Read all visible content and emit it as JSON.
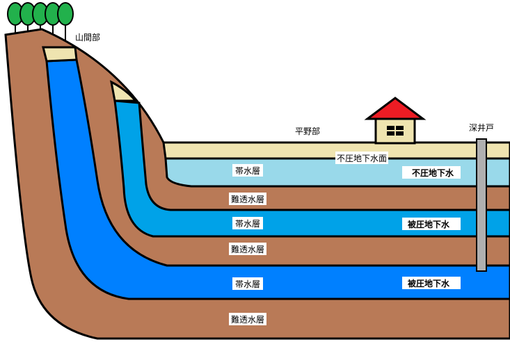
{
  "labels": {
    "mountain": "山間部",
    "plain": "平野部",
    "deep_well": "深井戸",
    "water_table": "不圧地下水面",
    "aquifer_1": "帯水層",
    "aquitard_1": "難透水層",
    "aquifer_2": "帯水層",
    "aquitard_2": "難透水層",
    "aquifer_3": "帯水層",
    "aquitard_3": "難透水層",
    "unconfined_gw": "不圧地下水",
    "confined_gw_1": "被圧地下水",
    "confined_gw_2": "被圧地下水"
  },
  "colors": {
    "soil_brown": "#b97a57",
    "topsoil_beige": "#efe4b0",
    "unconfined_aquifer": "#99d9ea",
    "confined_aquifer_mid": "#00a2e8",
    "confined_aquifer_deep": "#0080ff",
    "roof_red": "#ed1c24",
    "house_wall": "#efe4b0",
    "well_gray": "#b0b0b0",
    "tree_green": "#22b14c",
    "outline": "#000000"
  }
}
